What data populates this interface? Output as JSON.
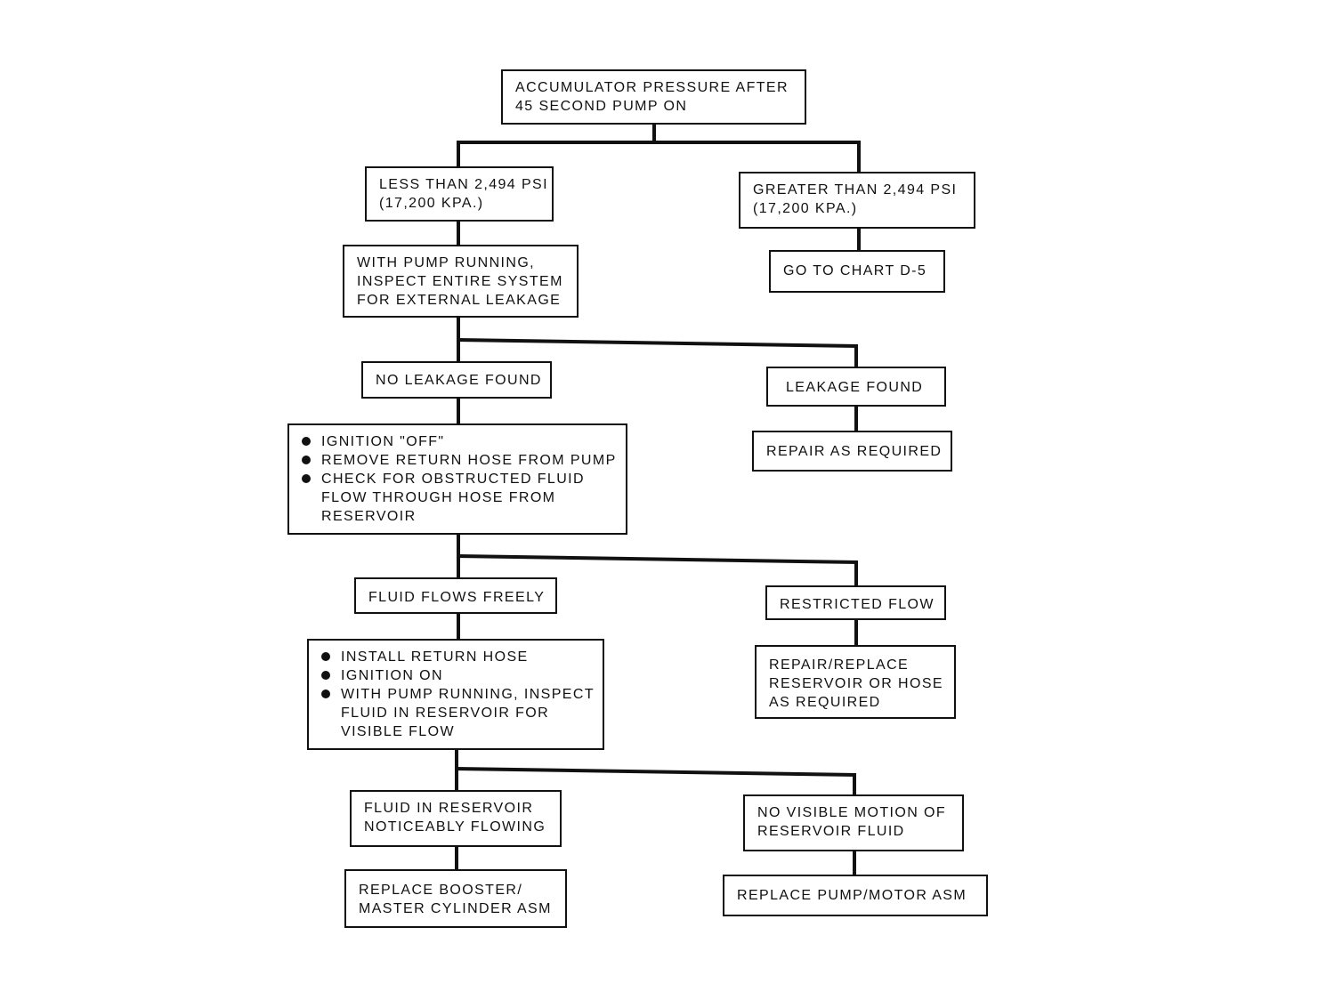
{
  "flowchart": {
    "start": [
      "ACCUMULATOR PRESSURE AFTER",
      "45 SECOND PUMP ON"
    ],
    "less_than": [
      "LESS THAN 2,494 PSI",
      "(17,200 KPA.)"
    ],
    "greater_than": [
      "GREATER THAN 2,494 PSI",
      "(17,200 KPA.)"
    ],
    "go_to_chart": [
      "GO TO CHART D-5"
    ],
    "inspect_leakage": [
      "WITH PUMP RUNNING,",
      "INSPECT ENTIRE SYSTEM",
      "FOR EXTERNAL LEAKAGE"
    ],
    "no_leakage": [
      "NO LEAKAGE FOUND"
    ],
    "leakage_found": [
      "LEAKAGE FOUND"
    ],
    "repair_as_required": [
      "REPAIR AS REQUIRED"
    ],
    "check_steps": [
      [
        "IGNITION \"OFF\""
      ],
      [
        "REMOVE RETURN HOSE FROM PUMP"
      ],
      [
        "CHECK FOR OBSTRUCTED FLUID",
        "FLOW THROUGH HOSE FROM",
        "RESERVOIR"
      ]
    ],
    "fluid_flows_freely": [
      "FLUID FLOWS FREELY"
    ],
    "restricted_flow": [
      "RESTRICTED FLOW"
    ],
    "repair_replace_reservoir": [
      "REPAIR/REPLACE",
      "RESERVOIR OR HOSE",
      "AS REQUIRED"
    ],
    "install_steps": [
      [
        "INSTALL RETURN HOSE"
      ],
      [
        "IGNITION ON"
      ],
      [
        "WITH PUMP RUNNING, INSPECT",
        "FLUID IN RESERVOIR FOR",
        "VISIBLE FLOW"
      ]
    ],
    "fluid_noticeably_flowing": [
      "FLUID IN RESERVOIR",
      "NOTICEABLY FLOWING"
    ],
    "no_visible_motion": [
      "NO VISIBLE MOTION OF",
      "RESERVOIR FLUID"
    ],
    "replace_booster": [
      "REPLACE BOOSTER/",
      "MASTER CYLINDER ASM"
    ],
    "replace_pump_motor": [
      "REPLACE PUMP/MOTOR ASM"
    ]
  }
}
